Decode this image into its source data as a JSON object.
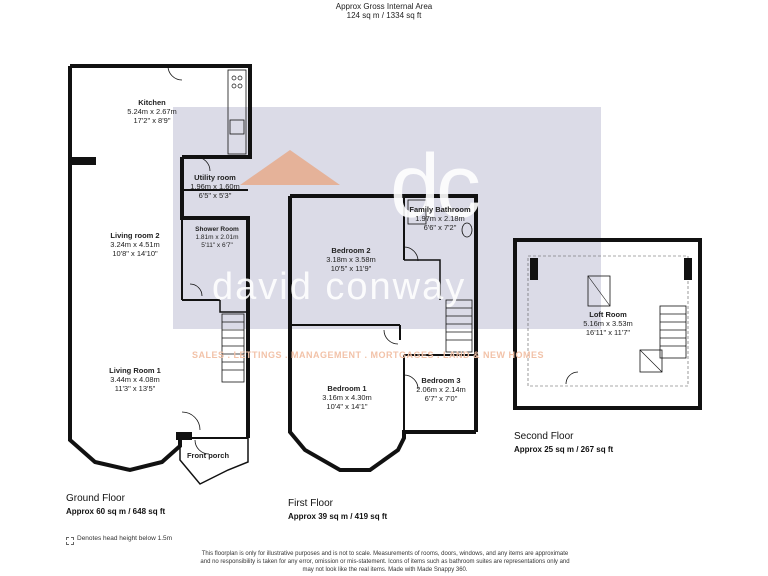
{
  "header": {
    "line1": "Approx Gross Internal Area",
    "line2": "124 sq m / 1334 sq ft"
  },
  "watermark": {
    "logo": "dc",
    "brand": "david conway",
    "strapline": "SALES . LETTINGS . MANAGEMENT . MORTGAGES . LAND & NEW HOMES"
  },
  "floors": [
    {
      "title": "Ground Floor",
      "area": "Approx 60 sq m / 648 sq ft",
      "rooms": [
        {
          "name": "Kitchen",
          "dim_m": "5.24m x 2.67m",
          "dim_ft": "17'2\" x 8'9\""
        },
        {
          "name": "Utility room",
          "dim_m": "1.96m x 1.60m",
          "dim_ft": "6'5\" x 5'3\""
        },
        {
          "name": "Living room 2",
          "dim_m": "3.24m x 4.51m",
          "dim_ft": "10'8\" x 14'10\""
        },
        {
          "name": "Shower Room",
          "dim_m": "1.81m x 2.01m",
          "dim_ft": "5'11\" x 6'7\""
        },
        {
          "name": "Living Room 1",
          "dim_m": "3.44m x 4.08m",
          "dim_ft": "11'3\" x 13'5\""
        },
        {
          "name": "Front porch",
          "dim_m": "",
          "dim_ft": ""
        }
      ]
    },
    {
      "title": "First Floor",
      "area": "Approx 39 sq m / 419 sq ft",
      "rooms": [
        {
          "name": "Family Bathroom",
          "dim_m": "1.97m x 2.18m",
          "dim_ft": "6'6\" x 7'2\""
        },
        {
          "name": "Bedroom 2",
          "dim_m": "3.18m x 3.58m",
          "dim_ft": "10'5\" x 11'9\""
        },
        {
          "name": "Bedroom 1",
          "dim_m": "3.16m x 4.30m",
          "dim_ft": "10'4\" x 14'1\""
        },
        {
          "name": "Bedroom 3",
          "dim_m": "2.06m x 2.14m",
          "dim_ft": "6'7\" x 7'0\""
        }
      ]
    },
    {
      "title": "Second Floor",
      "area": "Approx 25 sq m / 267 sq ft",
      "rooms": [
        {
          "name": "Loft Room",
          "dim_m": "5.16m x 3.53m",
          "dim_ft": "16'11\" x 11'7\""
        }
      ]
    }
  ],
  "legend": "Denotes head height below 1.5m",
  "disclaimer": [
    "This floorplan is only for illustrative purposes and is not to scale. Measurements of rooms, doors, windows, and any items are approximate",
    "and no responsibility is taken for any error, omission or mis-statement. Icons of items such as bathroom suites are representations only and",
    "may not look like the real items. Made with Made Snappy 360."
  ]
}
